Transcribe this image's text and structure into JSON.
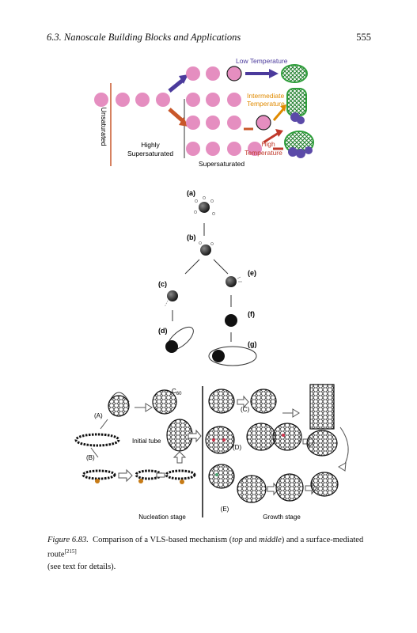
{
  "header": {
    "section_title": "6.3. Nanoscale Building Blocks and Applications",
    "page_number": "555"
  },
  "figure_top": {
    "unsaturated": "Unsaturated",
    "highly_supersaturated": [
      "Highly",
      "Supersaturated"
    ],
    "supersaturated": "Supersaturated",
    "low_temperature": "Low Temperature",
    "intermediate_temperature": [
      "Intermediate",
      "Temperature"
    ],
    "high_temperature": [
      "High",
      "Temperature"
    ],
    "colors": {
      "droplet": "#e58ec0",
      "arrow_purple": "#4b3a9c",
      "arrow_orange": "#c8572a",
      "intermediate": "#e08a00",
      "high": "#c0392b",
      "wire_green": "#2e9e3a",
      "cluster_purple": "#5b4aa8"
    }
  },
  "figure_middle": {
    "labels": [
      "(a)",
      "(b)",
      "(c)",
      "(d)",
      "(e)",
      "(f)",
      "(g)"
    ]
  },
  "figure_bottom": {
    "c60": "C",
    "c60_sub": "60",
    "label_A": "(A)",
    "label_B": "(B)",
    "label_C": "(C)",
    "label_D": "(D)",
    "label_E": "(E)",
    "initial_tube": "Initial tube",
    "nucleation_stage": "Nucleation stage",
    "growth_stage": "Growth stage"
  },
  "caption": {
    "prefix": "Figure 6.83.",
    "text_1": "Comparison of a VLS-based mechanism (",
    "top": "top",
    "and": " and ",
    "middle": "middle",
    "text_2": ") and a surface-mediated route",
    "ref": "[215]",
    "text_3": "(see text for details)."
  }
}
